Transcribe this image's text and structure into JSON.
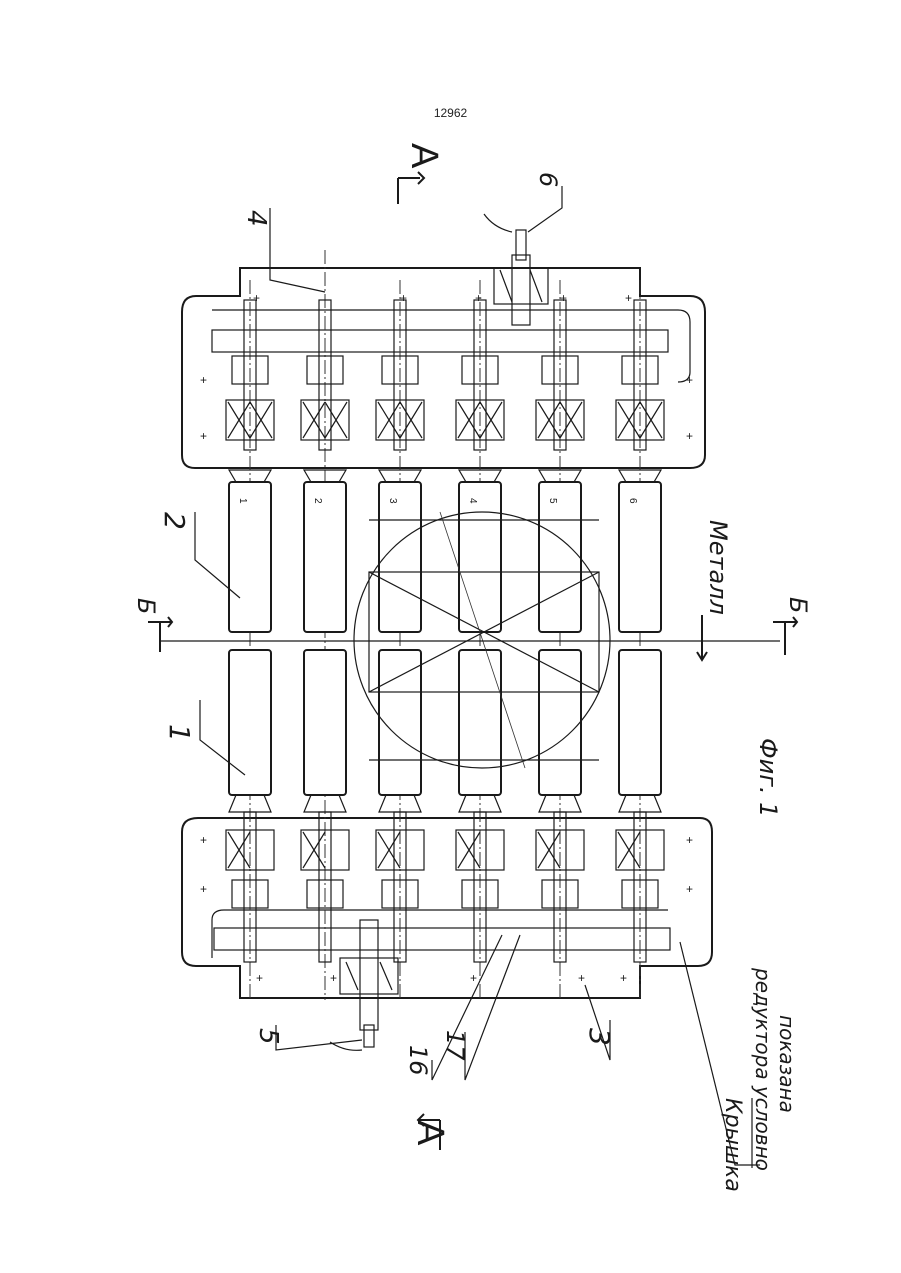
{
  "page_number": "12962",
  "labels": {
    "l1": "1",
    "l2": "2",
    "l3": "3",
    "l4": "4",
    "l5": "5",
    "l6": "6",
    "l16": "16",
    "l17": "17",
    "section_a_left": "A",
    "section_a_right": "A",
    "section_b_top": "Б",
    "section_b_bottom": "Б",
    "metal": "Металл",
    "figure": "Фиг. 1",
    "note_line1": "Крышка",
    "note_line2": "редуктора условно",
    "note_line3": "показана"
  },
  "roll_numbers": [
    "1",
    "2",
    "3",
    "4",
    "5",
    "6"
  ]
}
